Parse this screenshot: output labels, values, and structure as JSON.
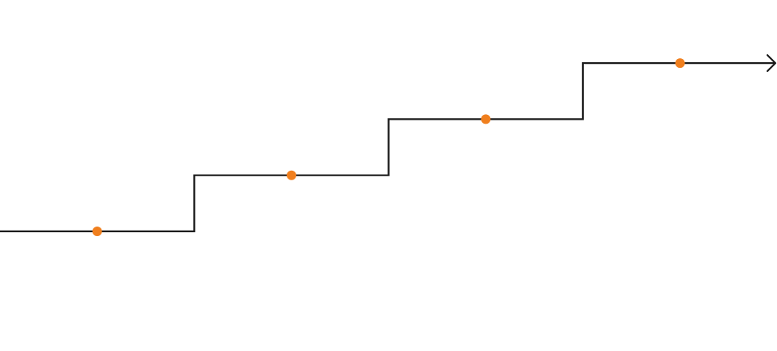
{
  "diagram": {
    "type": "step-progression",
    "step_count": 4,
    "steps": [
      {
        "level": 1,
        "marker": "dot"
      },
      {
        "level": 2,
        "marker": "dot"
      },
      {
        "level": 3,
        "marker": "dot"
      },
      {
        "level": 4,
        "marker": "dot"
      }
    ],
    "ends_with_arrow": true,
    "colors": {
      "line": "#1a1a1a",
      "marker": "#f07f1e",
      "background": "#ffffff"
    }
  }
}
